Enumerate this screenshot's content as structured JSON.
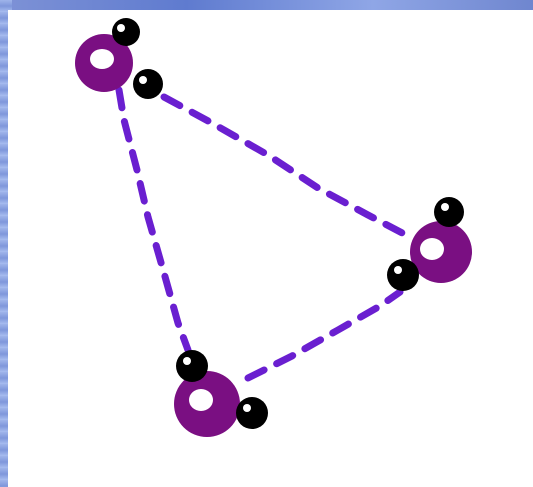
{
  "diagram": {
    "colors": {
      "bond": "#6a1fd0",
      "oxygen": "#7a0f82",
      "hydrogen": "#000000",
      "highlight": "#ffffff",
      "background": "#ffffff"
    },
    "molecules": [
      {
        "id": "water-top-left"
      },
      {
        "id": "water-right"
      },
      {
        "id": "water-bottom"
      }
    ],
    "bonds": [
      {
        "from": "water-top-left",
        "to": "water-right",
        "style": "dashed"
      },
      {
        "from": "water-top-left",
        "to": "water-bottom",
        "style": "dashed"
      },
      {
        "from": "water-bottom",
        "to": "water-right",
        "style": "dashed"
      }
    ]
  }
}
